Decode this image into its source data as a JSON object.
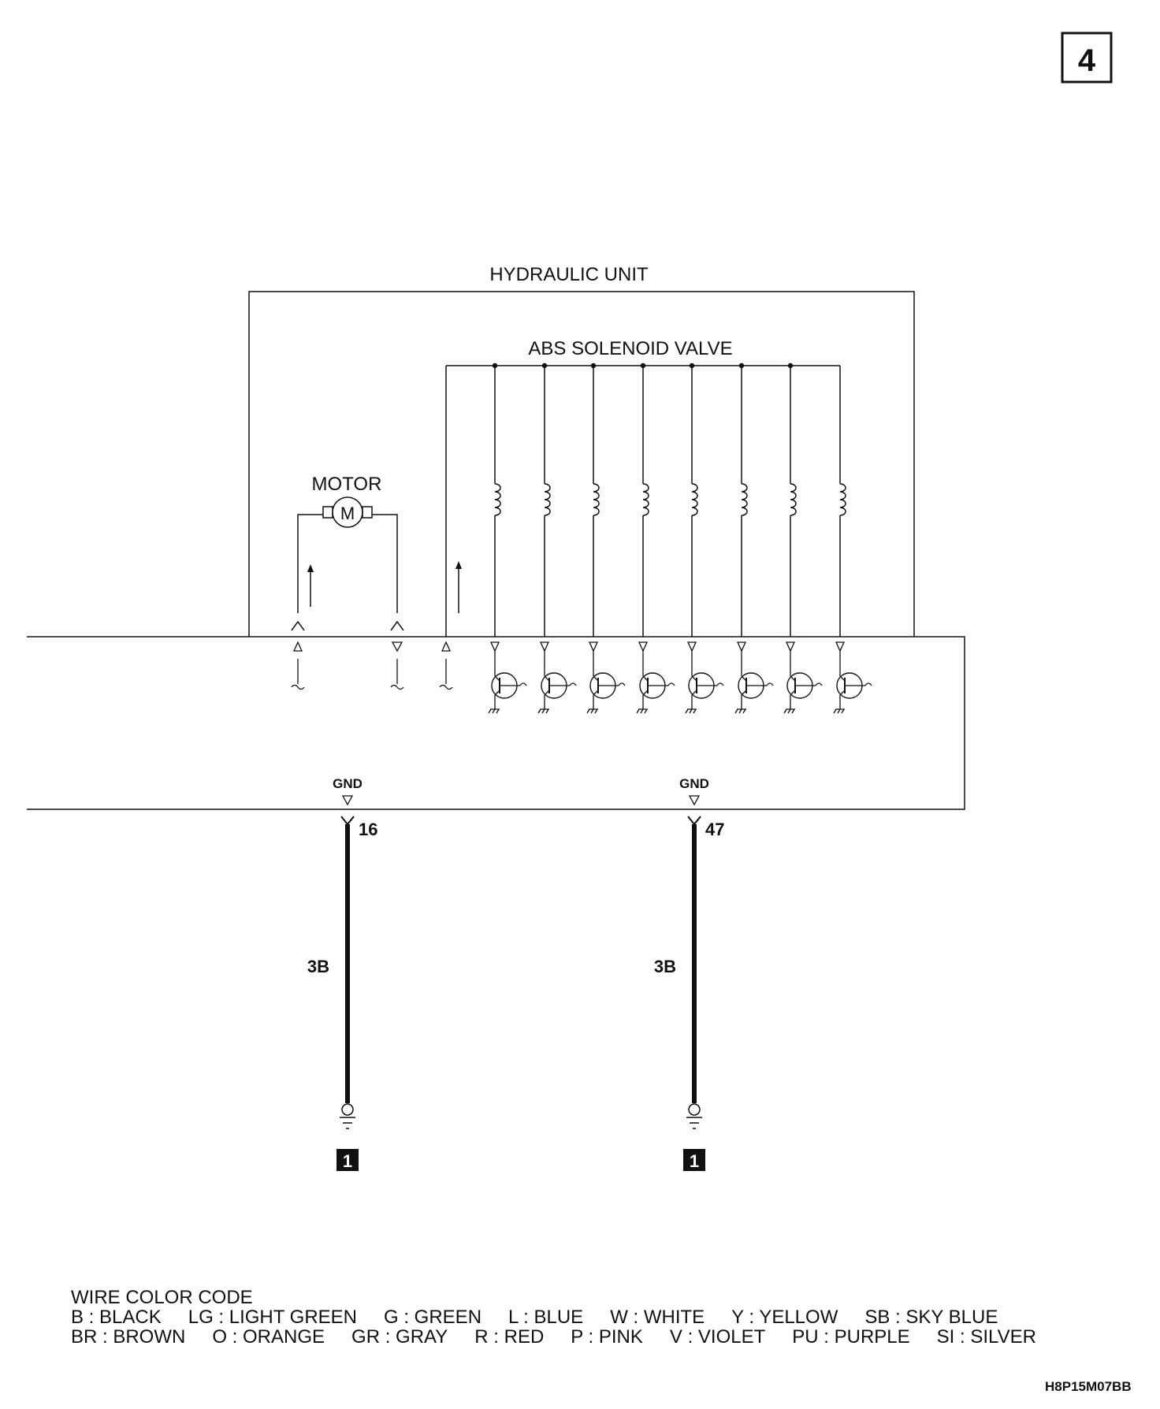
{
  "page_number": "4",
  "hydraulic_unit_label": "HYDRAULIC UNIT",
  "solenoid_valve_label": "ABS SOLENOID VALVE",
  "motor_label": "MOTOR",
  "motor_symbol": "M",
  "grounds": [
    {
      "label": "GND",
      "pin": "16",
      "wire": "3B",
      "ground_point": "1"
    },
    {
      "label": "GND",
      "pin": "47",
      "wire": "3B",
      "ground_point": "1"
    }
  ],
  "wire_color_code": {
    "title": "WIRE COLOR CODE",
    "row1": [
      "B : BLACK",
      "LG : LIGHT GREEN",
      "G : GREEN",
      "L : BLUE",
      "W : WHITE",
      "Y : YELLOW",
      "SB : SKY BLUE"
    ],
    "row2": [
      "BR : BROWN",
      "O : ORANGE",
      "GR : GRAY",
      "R : RED",
      "P : PINK",
      "V : VIOLET",
      "PU : PURPLE",
      "SI : SILVER"
    ]
  },
  "diagram_code": "H8P15M07BB"
}
